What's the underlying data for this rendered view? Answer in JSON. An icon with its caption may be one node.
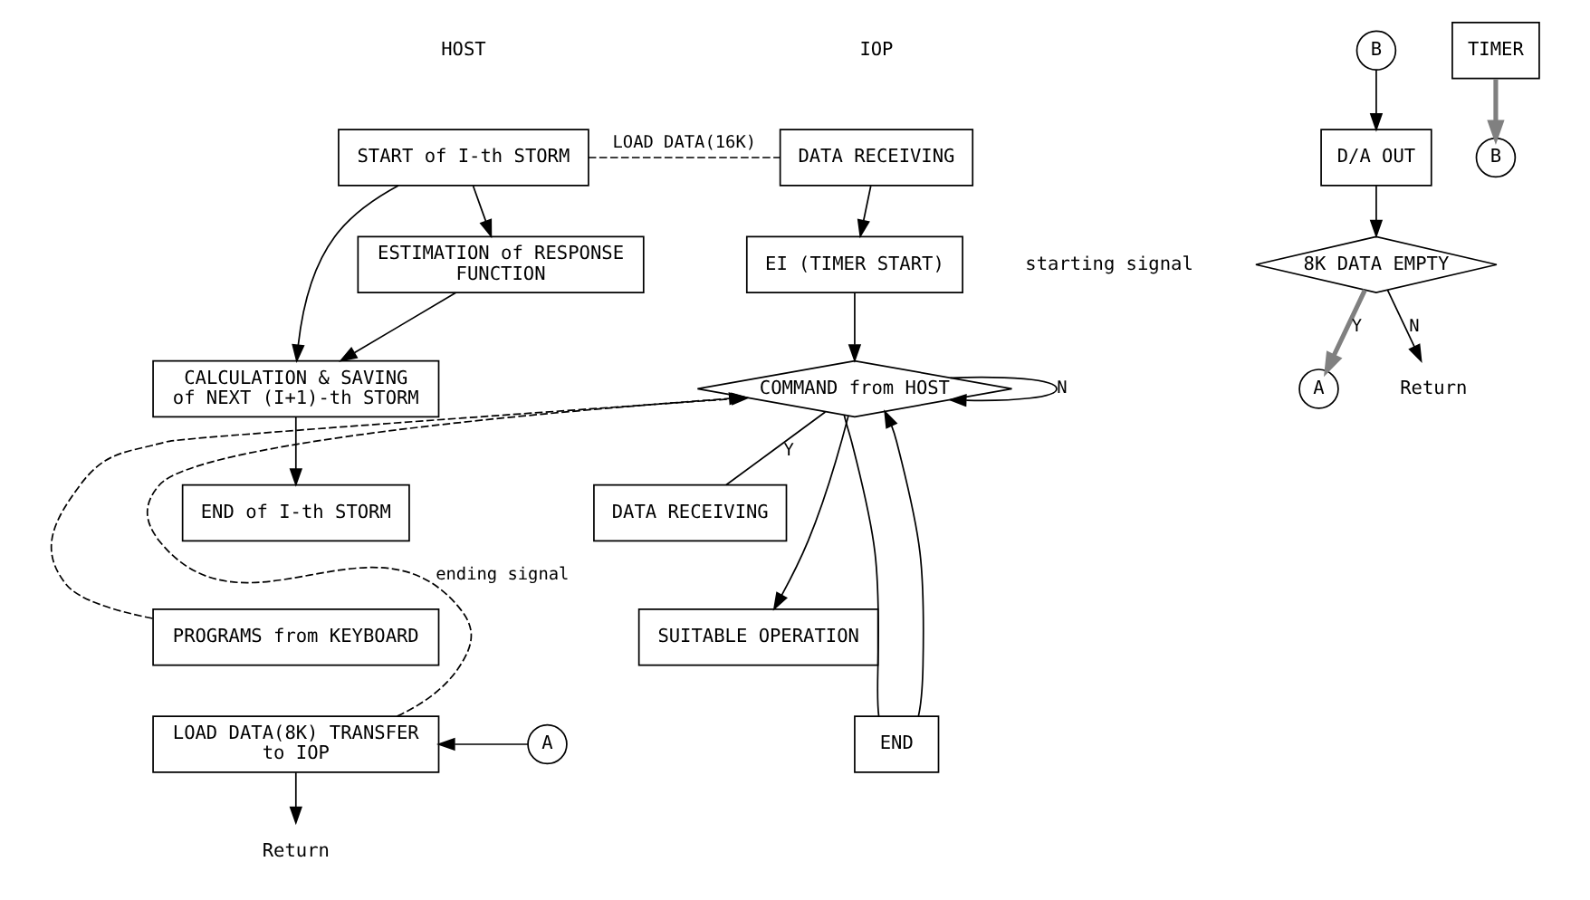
{
  "diagram": {
    "nodes": [
      {
        "text": [
          "START of I-th STORM"
        ]
      },
      {
        "text": [
          "ESTIMATION of RESPONSE FUNCTION"
        ]
      },
      {
        "text": [
          "CALCULATION & SAVING of NEXT (I+1)-th STORM"
        ]
      },
      {
        "text": [
          "END of I-th STORM"
        ]
      },
      {
        "text": [
          "PROGRAMS from KEYBOARD"
        ]
      },
      {
        "text": [
          "A"
        ]
      },
      {
        "text": [
          "LOAD DATA(8K) TRANSFER to IOP"
        ]
      },
      {
        "text": [
          "Return"
        ]
      },
      {
        "text": [
          "DATA RECEIVING"
        ]
      },
      {
        "text": [
          "EI (TIMER START)"
        ]
      },
      {
        "text": [
          "B"
        ]
      },
      {
        "text": [
          "D/A OUT"
        ]
      },
      {
        "text": [
          "8K DATA EMPTY"
        ]
      },
      {
        "text": [
          "A"
        ]
      },
      {
        "text": [
          "Return"
        ]
      },
      {
        "text": [
          "COMMAND from HOST"
        ]
      },
      {
        "text": [
          "B"
        ]
      },
      {
        "text": [
          "TIMER"
        ]
      },
      {
        "text": [
          "DATA RECEIVING"
        ]
      },
      {
        "text": [
          "SUITABLE OPERATION"
        ]
      },
      {
        "text": [
          "END"
        ]
      }
    ],
    "edges": [
      {
        "from": 0,
        "to": 1,
        "arrow": "to"
      },
      {
        "from": 0,
        "to": 2,
        "arrow": "to"
      },
      {
        "from": 1,
        "to": 2,
        "arrow": "to"
      },
      {
        "from": 2,
        "to": 3,
        "arrow": "to"
      },
      {
        "from": 0,
        "to": 8,
        "arrow": "none",
        "style": "dashed",
        "label": "LOAD DATA(16K)"
      },
      {
        "from": 8,
        "to": 9,
        "arrow": "to"
      },
      {
        "from": 9,
        "to": 15,
        "arrow": "to"
      },
      {
        "from": 10,
        "to": 11,
        "arrow": "to"
      },
      {
        "from": 11,
        "to": 12,
        "arrow": "to"
      },
      {
        "from": 12,
        "to": 13,
        "arrow": "to",
        "label": "Y",
        "style": "thick",
        "color": "#808080"
      },
      {
        "from": 12,
        "to": 14,
        "arrow": "to",
        "label": "N"
      },
      {
        "from": 15,
        "to": 15,
        "arrow": "to",
        "label": "N"
      },
      {
        "from": 17,
        "to": 16,
        "arrow": "to",
        "style": "thick",
        "color": "#808080"
      },
      {
        "from": 15,
        "to": 18,
        "arrow": "none",
        "label": "Y"
      },
      {
        "from": 15,
        "to": 19,
        "arrow": "to"
      },
      {
        "from": 15,
        "to": 20,
        "arrow": "none"
      },
      {
        "from": 20,
        "to": 15,
        "arrow": "to"
      },
      {
        "from": 4,
        "to": 15,
        "arrow": "to",
        "style": "dashed"
      },
      {
        "from": 6,
        "to": 15,
        "arrow": "to",
        "style": "dashed",
        "label": "ending signal"
      },
      {
        "from": 5,
        "to": 6,
        "arrow": "to"
      },
      {
        "from": 6,
        "to": 7,
        "arrow": "to"
      }
    ],
    "labels": [
      "HOST",
      "IOP",
      "starting signal"
    ]
  }
}
